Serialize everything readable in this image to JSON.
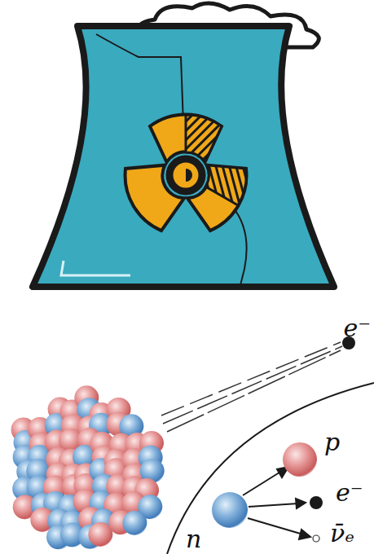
{
  "diagram": {
    "labels": [
      "e⁻",
      "p",
      "e⁻",
      "ν̄ₑ",
      "n"
    ]
  }
}
